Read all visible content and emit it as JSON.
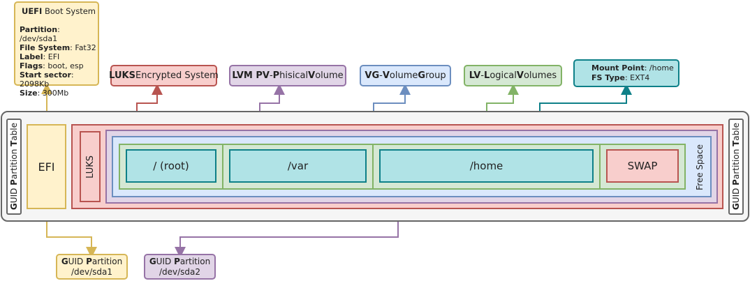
{
  "uefi": {
    "title_bold": "UEFI",
    "title_rest": " Boot System",
    "partition_label": "Partition",
    "partition_value": ": /dev/sda1",
    "fs_label": "File System",
    "fs_value": ": Fat32",
    "label_label": "Label",
    "label_value": ": EFI",
    "flags_label": "Flags",
    "flags_value": ": boot, esp",
    "start_label": "Start sector",
    "start_value": ": 2098Kb",
    "size_label": "Size",
    "size_value": ": 300Mb"
  },
  "callouts": {
    "luks_bold": "LUKS",
    "luks_rest": " Encrypted System",
    "lvm_bold1": "LVM PV",
    "lvm_mid1": " - ",
    "lvm_bold2": "P",
    "lvm_mid2": "hisical ",
    "lvm_bold3": "V",
    "lvm_mid3": "olume",
    "vg_bold1": "VG",
    "vg_mid1": " - ",
    "vg_bold2": "V",
    "vg_mid2": "olume ",
    "vg_bold3": "G",
    "vg_mid3": "roup",
    "lv_bold1": "LV",
    "lv_mid1": " - ",
    "lv_bold2": "L",
    "lv_mid2": "ogical ",
    "lv_bold3": "V",
    "lv_mid3": "olumes",
    "mount_label": "Mount Point",
    "mount_value": ": /home",
    "fstype_label": "FS Type",
    "fstype_value": ": EXT4"
  },
  "disk": {
    "gpt_left_bold1": "G",
    "gpt_left_rest1": "UID ",
    "gpt_left_bold2": "P",
    "gpt_left_rest2": "artition ",
    "gpt_left_bold3": "T",
    "gpt_left_rest3": "able",
    "efi": "EFI",
    "luks": "LUKS",
    "root": "/ (root)",
    "var": "/var",
    "home": "/home",
    "swap": "SWAP",
    "free_space": "Free Space"
  },
  "bottom": {
    "p1_bold1": "G",
    "p1_rest1": "UID ",
    "p1_bold2": "P",
    "p1_rest2": "artition",
    "p1_dev": "/dev/sda1",
    "p2_bold1": "G",
    "p2_rest1": "UID ",
    "p2_bold2": "P",
    "p2_rest2": "artition",
    "p2_dev": "/dev/sda2"
  },
  "colors": {
    "yellow_fill": "#fff2cc",
    "yellow_border": "#d6b656",
    "red_fill": "#f8cecc",
    "red_border": "#b85450",
    "purple_fill": "#e1d5e7",
    "purple_border": "#9673a6",
    "blue_fill": "#dae8fc",
    "blue_border": "#6c8ebf",
    "green_fill": "#d5e8d4",
    "green_border": "#82b366",
    "teal_fill": "#b0e3e6",
    "teal_border": "#0e8088",
    "gray_fill": "#f5f5f5",
    "gray_border": "#666666"
  }
}
